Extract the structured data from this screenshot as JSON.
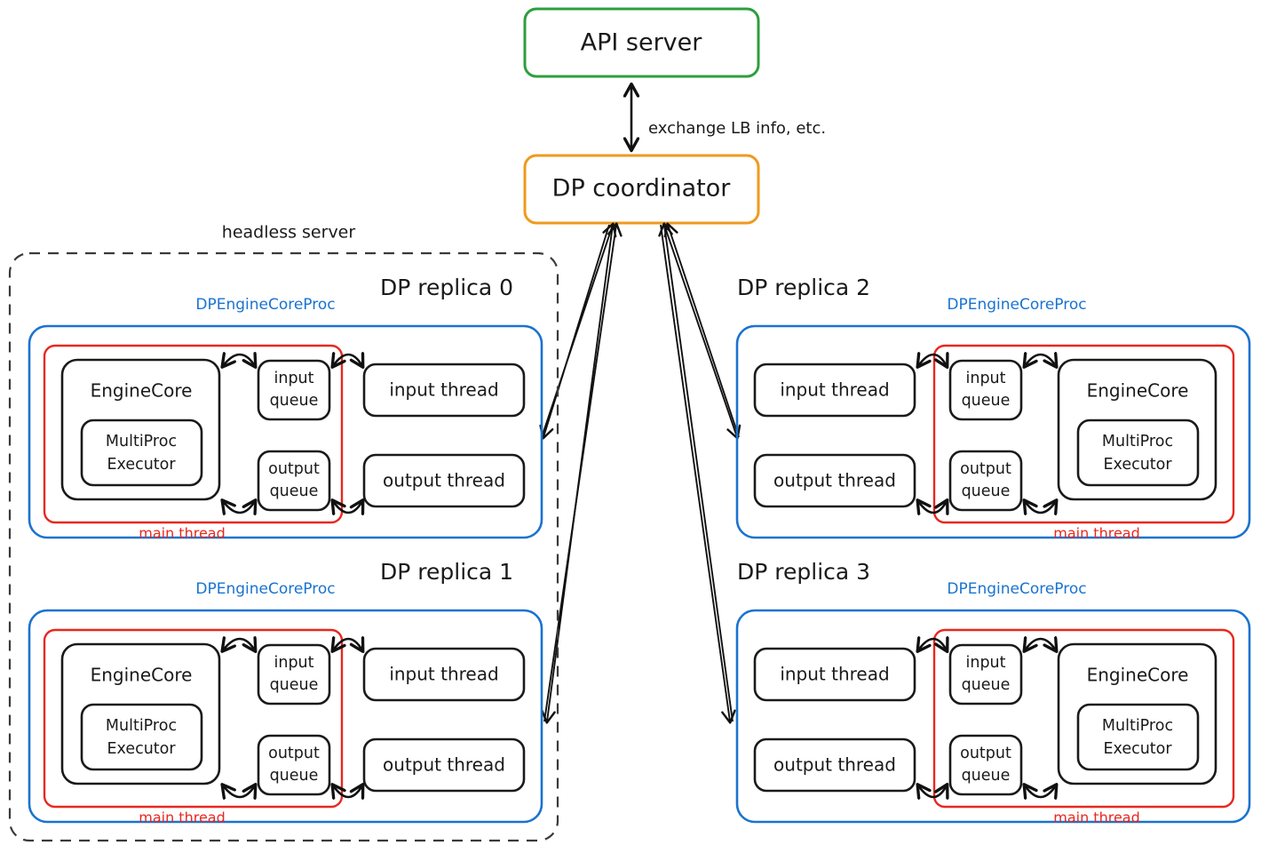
{
  "diagram": {
    "title_nodes": {
      "api_server": "API server",
      "dp_coordinator": "DP coordinator"
    },
    "edge_labels": {
      "coordinator_api": "exchange LB info, etc."
    },
    "group_labels": {
      "headless_server": "headless server",
      "proc_label": "DPEngineCoreProc",
      "main_thread": "main thread"
    },
    "node_labels": {
      "engine_core": "EngineCore",
      "multiproc_executor_line1": "MultiProc",
      "multiproc_executor_line2": "Executor",
      "input_queue_line1": "input",
      "input_queue_line2": "queue",
      "output_queue_line1": "output",
      "output_queue_line2": "queue",
      "input_thread": "input thread",
      "output_thread": "output thread"
    },
    "replicas": [
      {
        "name": "DP replica 0",
        "side": "left",
        "inside_headless": true
      },
      {
        "name": "DP replica 1",
        "side": "left",
        "inside_headless": true
      },
      {
        "name": "DP replica 2",
        "side": "right",
        "inside_headless": false
      },
      {
        "name": "DP replica 3",
        "side": "right",
        "inside_headless": false
      }
    ],
    "colors": {
      "api_server_border": "#2e9e3e",
      "coordinator_border": "#ef9a1e",
      "proc_border": "#1a73d0",
      "main_thread_border": "#e8281e",
      "headless_border": "#3a3a3a",
      "node_border": "#1a1a1a",
      "background": "#ffffff"
    }
  }
}
